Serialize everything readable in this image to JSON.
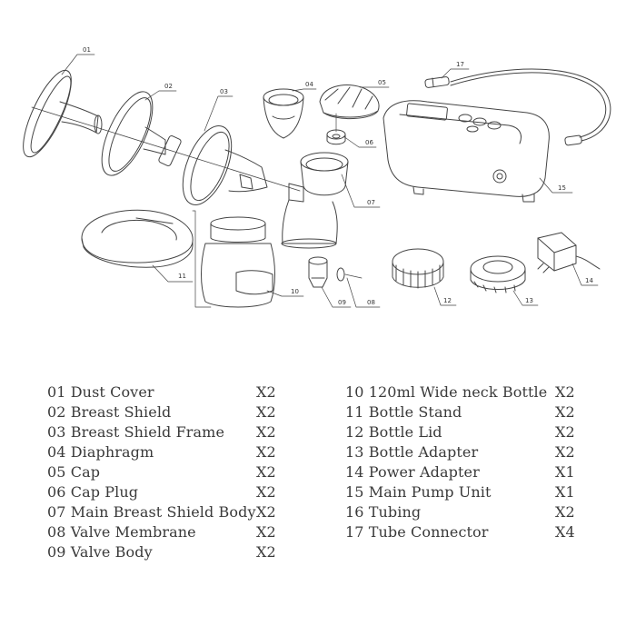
{
  "callouts": {
    "c01": "01",
    "c02": "02",
    "c03": "03",
    "c04": "04",
    "c05": "05",
    "c06": "06",
    "c07": "07",
    "c08": "08",
    "c09": "09",
    "c10": "10",
    "c11": "11",
    "c12": "12",
    "c13": "13",
    "c14": "14",
    "c15": "15",
    "c17": "17"
  },
  "parts_left": [
    {
      "name": "01 Dust Cover",
      "qty": "X2"
    },
    {
      "name": "02 Breast Shield",
      "qty": "X2"
    },
    {
      "name": "03 Breast Shield Frame",
      "qty": "X2"
    },
    {
      "name": "04 Diaphragm",
      "qty": "X2"
    },
    {
      "name": "05 Cap",
      "qty": "X2"
    },
    {
      "name": "06 Cap Plug",
      "qty": "X2"
    },
    {
      "name": "07 Main Breast Shield Body",
      "qty": "X2"
    },
    {
      "name": "08 Valve Membrane",
      "qty": "X2"
    },
    {
      "name": "09 Valve Body",
      "qty": "X2"
    }
  ],
  "parts_right": [
    {
      "name": "10 120ml Wide neck Bottle",
      "qty": "X2"
    },
    {
      "name": "11 Bottle Stand",
      "qty": "X2"
    },
    {
      "name": "12 Bottle Lid",
      "qty": "X2"
    },
    {
      "name": "13 Bottle Adapter",
      "qty": "X2"
    },
    {
      "name": "14 Power Adapter",
      "qty": "X1"
    },
    {
      "name": "15 Main Pump Unit",
      "qty": "X1"
    },
    {
      "name": "16 Tubing",
      "qty": "X2"
    },
    {
      "name": "17 Tube Connector",
      "qty": "X4"
    }
  ],
  "colors": {
    "line": "#444444",
    "text": "#3a3a3a",
    "background": "#ffffff"
  }
}
